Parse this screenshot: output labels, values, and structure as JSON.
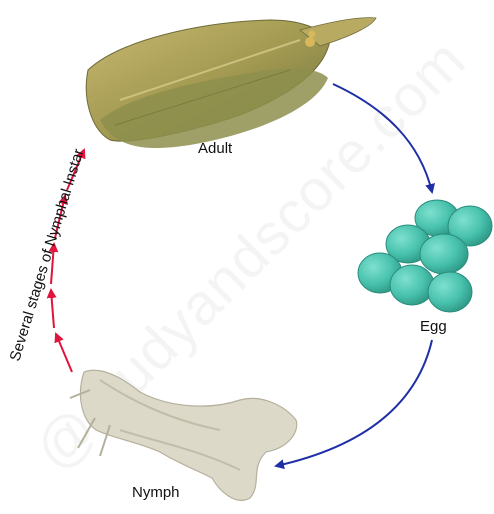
{
  "labels": {
    "adult": "Adult",
    "egg": "Egg",
    "nymph": "Nymph",
    "instar": "Several stages of Nymphal Instar"
  },
  "watermark": "@studyandscore.com",
  "colors": {
    "right_arrows": "#1f2fa6",
    "left_arrows": "#e0143c",
    "egg_fill": "#48c2ad",
    "adult_body": "#9a9a4e",
    "nymph_body": "#ddd9c9"
  }
}
